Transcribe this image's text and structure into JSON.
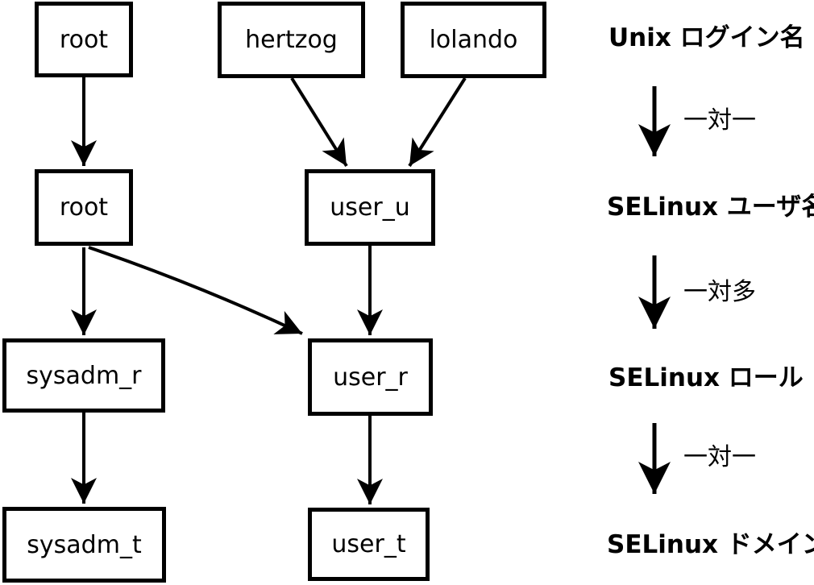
{
  "nodes": {
    "unix_root": "root",
    "unix_hertzog": "hertzog",
    "unix_lolando": "lolando",
    "selinux_user_root": "root",
    "selinux_user_user_u": "user_u",
    "role_sysadm_r": "sysadm_r",
    "role_user_r": "user_r",
    "domain_sysadm_t": "sysadm_t",
    "domain_user_t": "user_t"
  },
  "legend": {
    "level1": "Unix ログイン名",
    "rel1": "一対一",
    "level2": "SELinux ユーザ名",
    "rel2": "一対多",
    "level3": "SELinux ロール",
    "rel3": "一対一",
    "level4": "SELinux ドメイン"
  },
  "colors": {
    "ink": "#000000",
    "background": "#ffffff"
  }
}
